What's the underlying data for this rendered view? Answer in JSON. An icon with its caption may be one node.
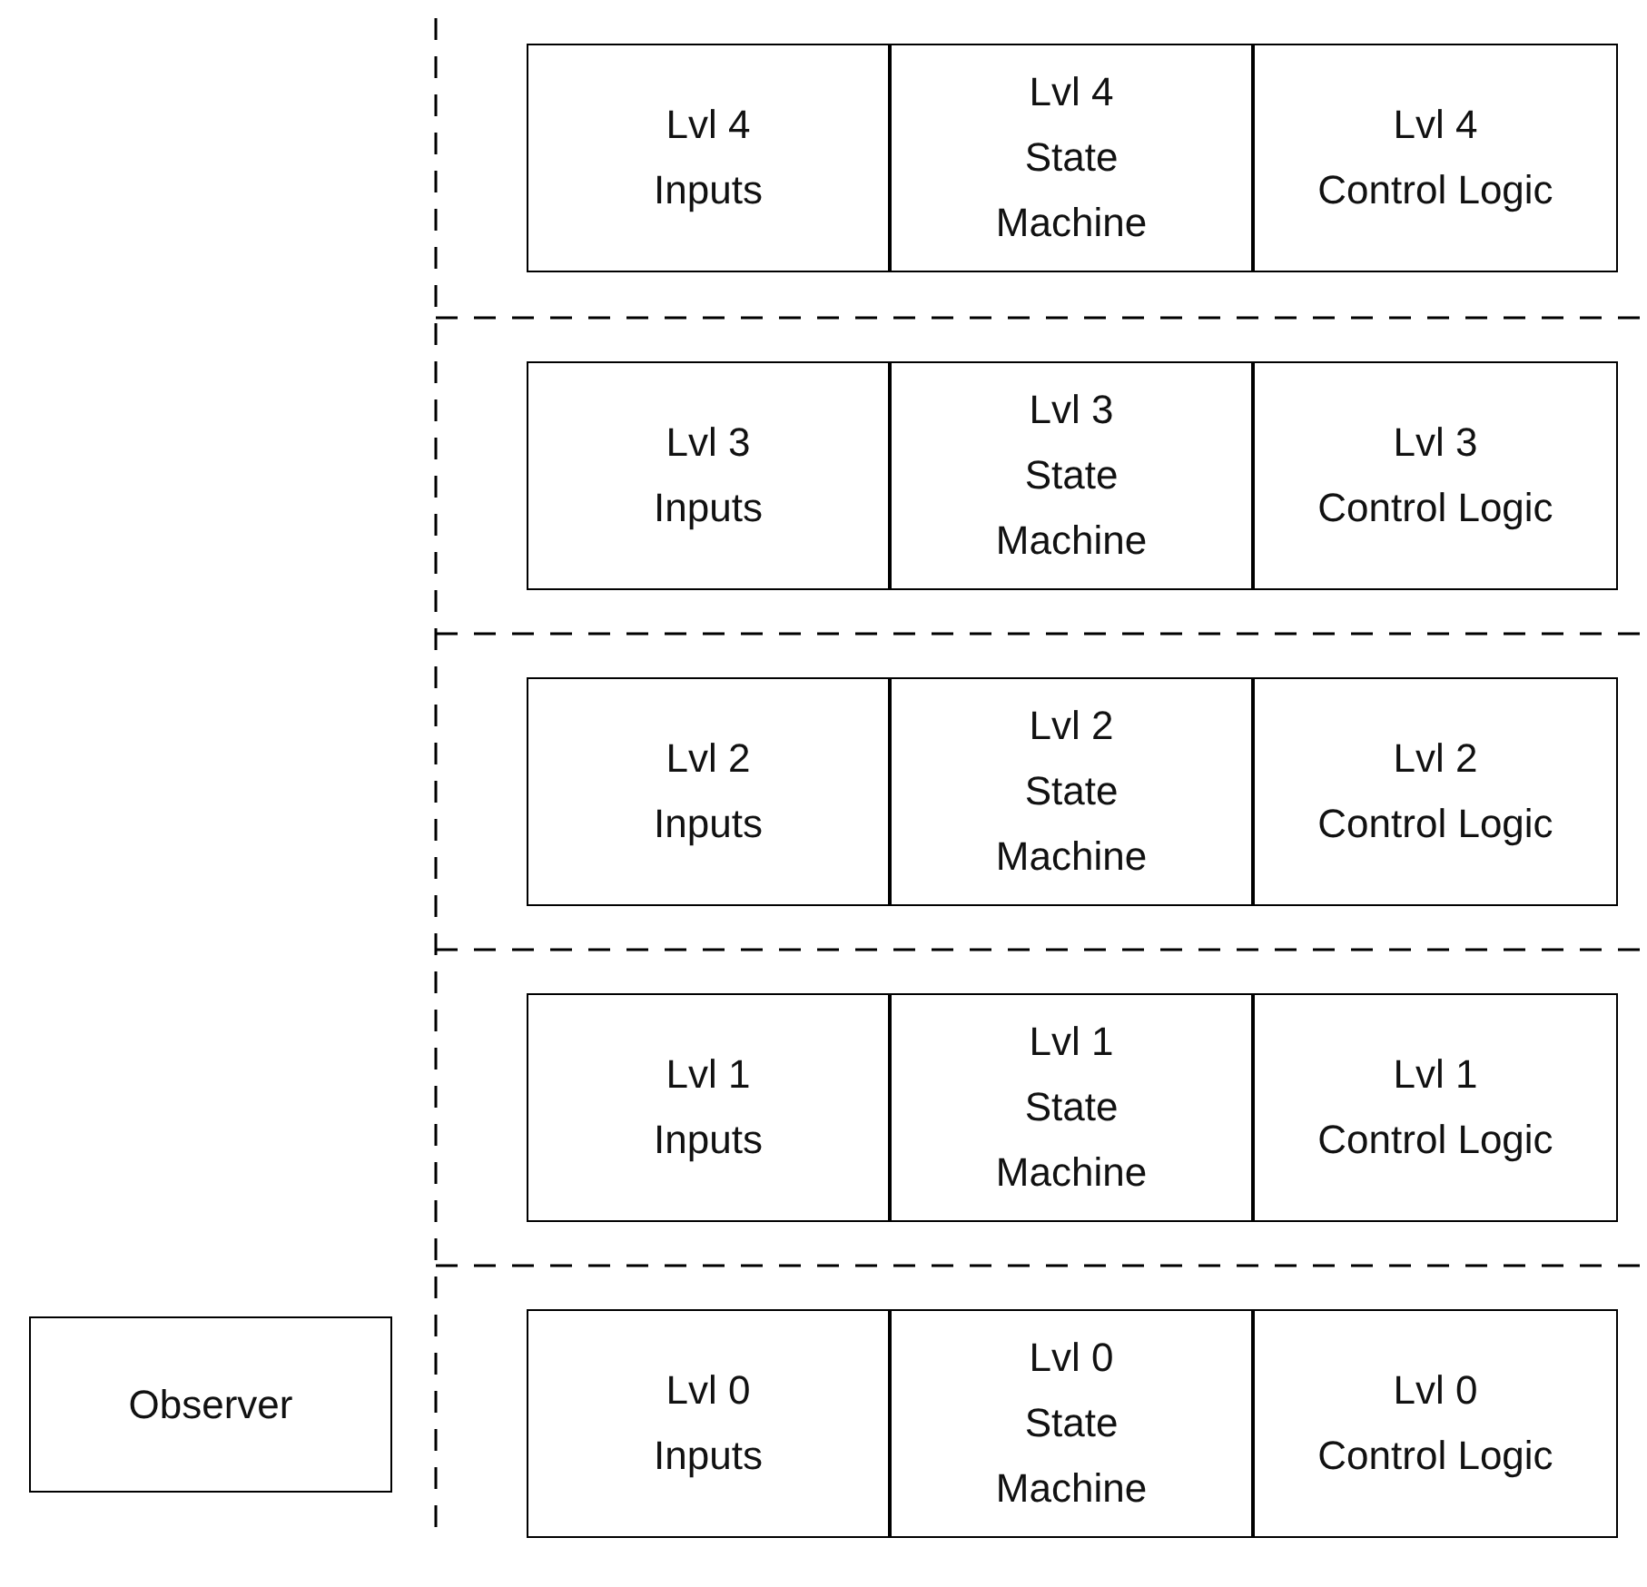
{
  "diagram": {
    "nodes": [
      {
        "text": [
          "Lvl 4 Inputs"
        ]
      },
      {
        "text": [
          "Lvl 4 State Machine"
        ]
      },
      {
        "text": [
          "Lvl 4 Control Logic"
        ]
      },
      {
        "text": [
          "Lvl 3 Inputs"
        ]
      },
      {
        "text": [
          "Lvl 3 State Machine"
        ]
      },
      {
        "text": [
          "Lvl 3 Control Logic"
        ]
      },
      {
        "text": [
          "Lvl 2 Inputs"
        ]
      },
      {
        "text": [
          "Lvl 2 State Machine"
        ]
      },
      {
        "text": [
          "Lvl 2 Control Logic"
        ]
      },
      {
        "text": [
          "Lvl 1 Inputs"
        ]
      },
      {
        "text": [
          "Lvl 1 State Machine"
        ]
      },
      {
        "text": [
          "Lvl 1 Control Logic"
        ]
      },
      {
        "text": [
          "Observer"
        ]
      },
      {
        "text": [
          "Lvl 0 Inputs"
        ]
      },
      {
        "text": [
          "Lvl 0 State Machine"
        ]
      },
      {
        "text": [
          "Lvl 0 Control Logic"
        ]
      }
    ]
  }
}
